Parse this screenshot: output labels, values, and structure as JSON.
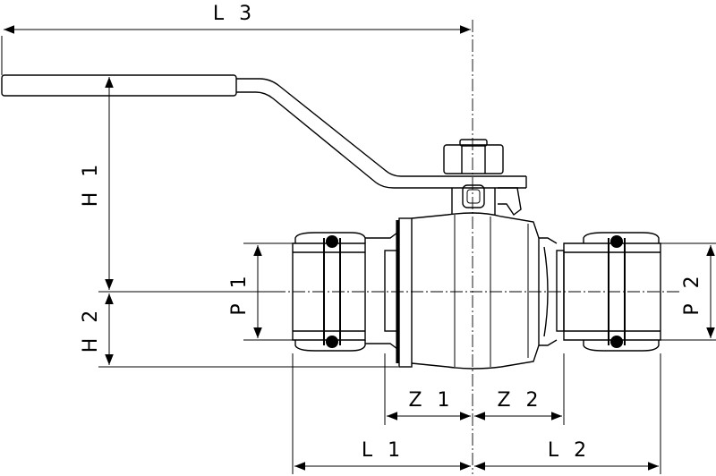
{
  "drawing": {
    "labels": {
      "L3": "L 3",
      "H1": "H 1",
      "H2": "H 2",
      "P1": "P 1",
      "P2": "P 2",
      "Z1": "Z 1",
      "Z2": "Z 2",
      "L1": "L 1",
      "L2": "L 2"
    }
  }
}
